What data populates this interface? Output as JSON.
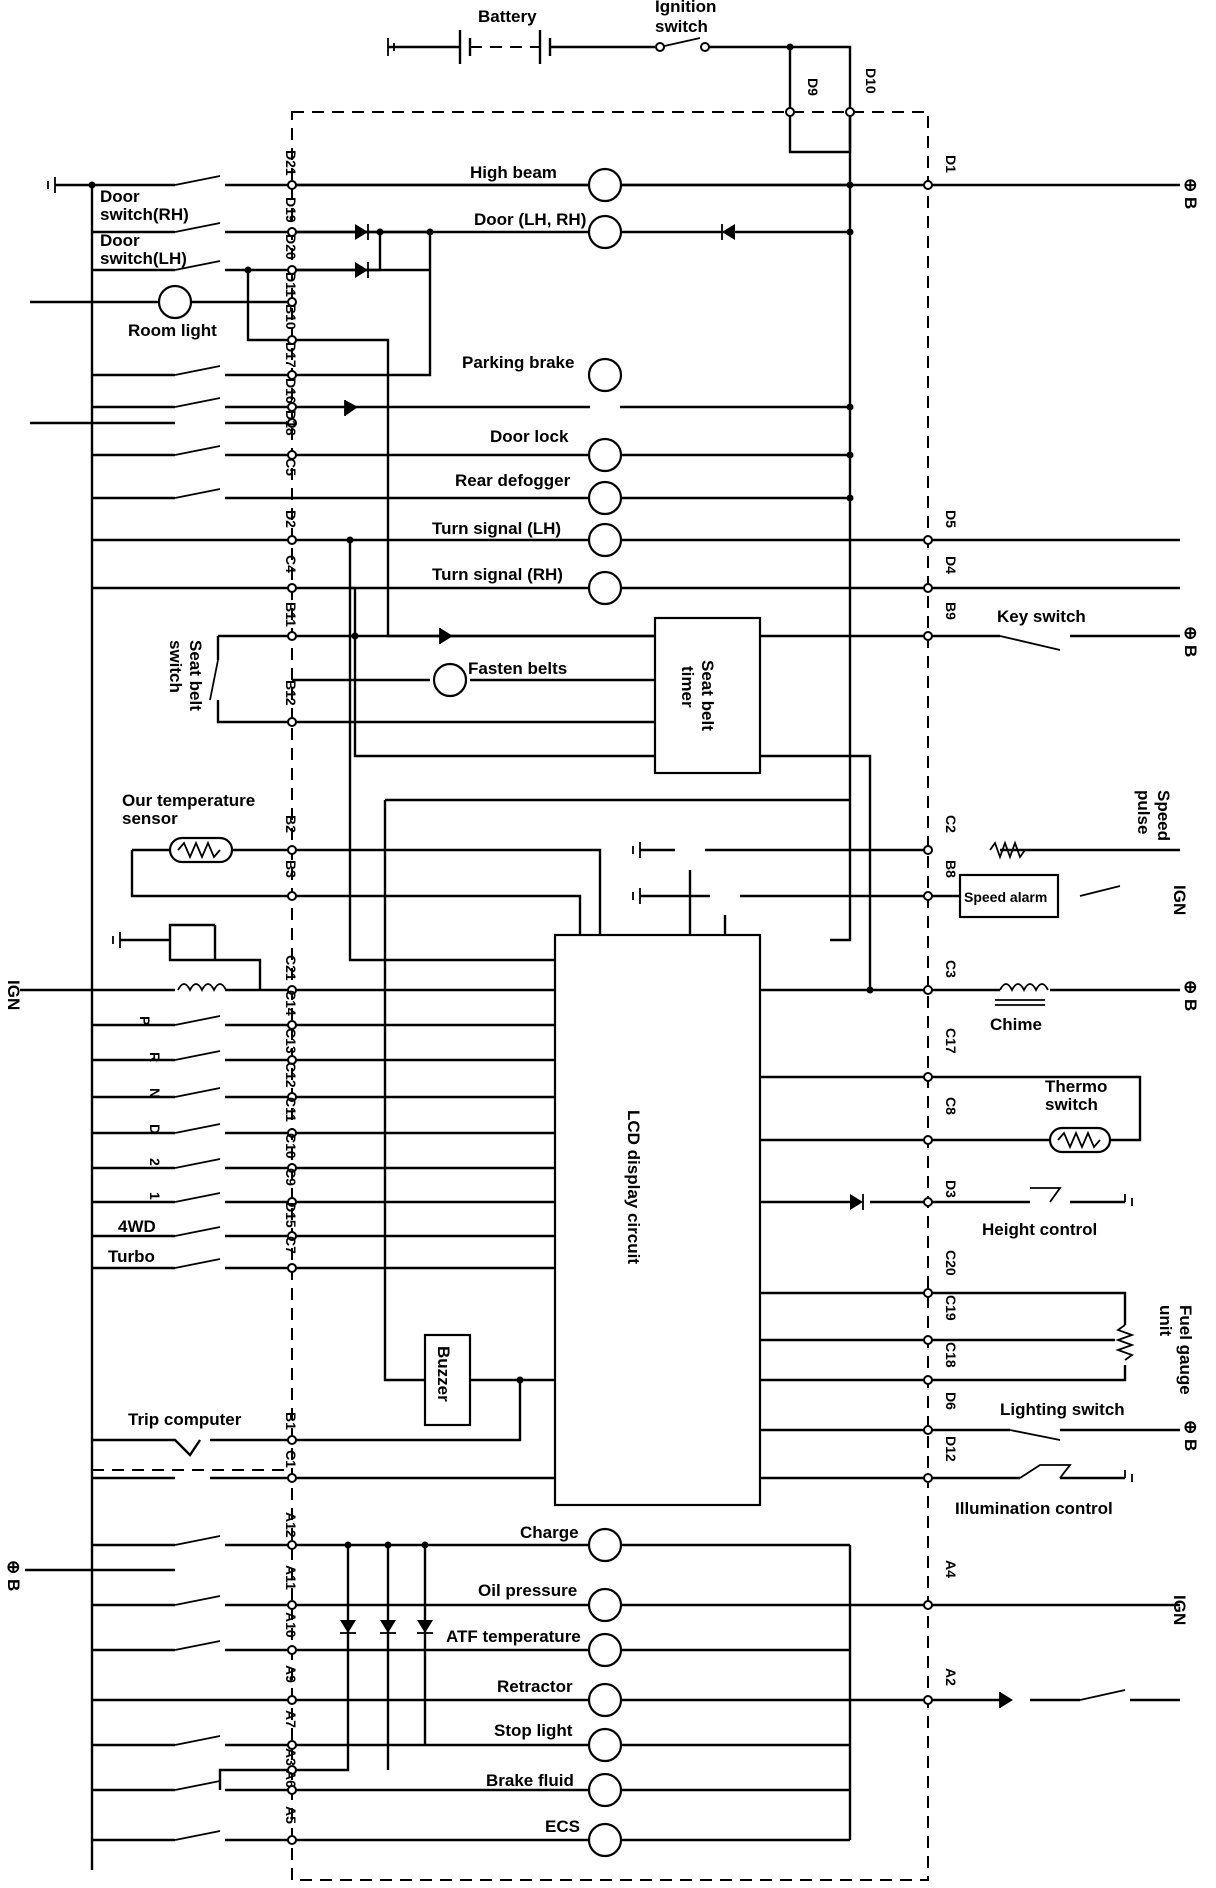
{
  "battery": "Battery",
  "ignition_switch": [
    "Ignition",
    "switch"
  ],
  "door_switch_rh": [
    "Door",
    "switch(RH)"
  ],
  "door_switch_lh": [
    "Door",
    "switch(LH)"
  ],
  "room_light": "Room light",
  "seat_belt_switch": [
    "Seat belt",
    "switch"
  ],
  "outside_temp_sensor": [
    "Our temperature",
    "sensor"
  ],
  "selector_positions": [
    "P",
    "R",
    "N",
    "D",
    "2",
    "1"
  ],
  "four_wd": "4WD",
  "turbo": "Turbo",
  "trip_computer": "Trip computer",
  "buzzer": "Buzzer",
  "lcd": "LCD display circuit",
  "seat_belt_timer": [
    "Seat belt",
    "timer"
  ],
  "fasten_belts": "Fasten belts",
  "key_switch": "Key switch",
  "speed_pulse": [
    "Speed",
    "pulse"
  ],
  "speed_alarm": "Speed alarm",
  "chime": "Chime",
  "thermo_switch": [
    "Thermo",
    "switch"
  ],
  "height_control": "Height control",
  "fuel_gauge_unit": [
    "Fuel gauge",
    "unit"
  ],
  "lighting_switch": "Lighting switch",
  "illumination_control": "Illumination control",
  "ign": "IGN",
  "plus_b": "⊕ B",
  "lamps_top": [
    "High beam",
    "Door (LH, RH)",
    "Parking brake",
    "Door lock",
    "Rear defogger",
    "Turn signal (LH)",
    "Turn signal (RH)"
  ],
  "lamps_bottom": [
    "Charge",
    "Oil pressure",
    "ATF temperature",
    "Retractor",
    "Stop light",
    "Brake fluid",
    "ECS"
  ],
  "pins_left": [
    "D21",
    "D19",
    "D20",
    "D11",
    "B10",
    "D17",
    "D16",
    "D18",
    "C5",
    "D2",
    "C4",
    "B11",
    "B12",
    "B2",
    "B3",
    "C21",
    "C14",
    "C13",
    "C12",
    "C11",
    "C10",
    "C9",
    "D15",
    "C7",
    "B1",
    "C1",
    "A12",
    "A11",
    "A10",
    "A9",
    "A7",
    "A3",
    "A6",
    "A5"
  ],
  "pins_right": [
    "D1",
    "D5",
    "D4",
    "B9",
    "C2",
    "B8",
    "C3",
    "C17",
    "C8",
    "D3",
    "C20",
    "C19",
    "C18",
    "D6",
    "D12",
    "A4",
    "A2"
  ],
  "pins_top": [
    "D9",
    "D10"
  ]
}
